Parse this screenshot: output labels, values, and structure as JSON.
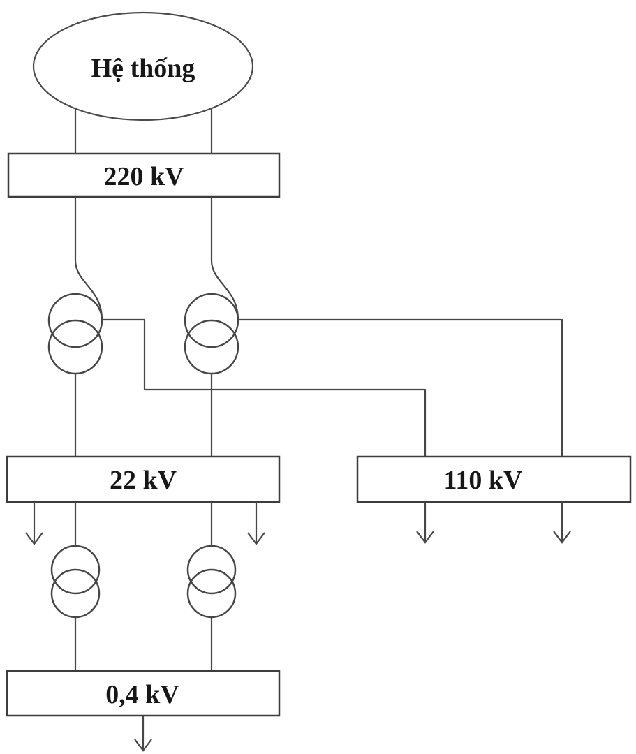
{
  "diagram": {
    "kind": "power-system-single-line-diagram",
    "system": {
      "label": "Hệ thống"
    },
    "busbars": [
      {
        "id": "bus-220kv",
        "label": "220 kV"
      },
      {
        "id": "bus-22kv",
        "label": "22 kV"
      },
      {
        "id": "bus-110kv",
        "label": "110 kV"
      },
      {
        "id": "bus-0-4kv",
        "label": "0,4 kV"
      }
    ],
    "transformers": [
      {
        "id": "t1",
        "from": "220 kV",
        "to": "22 kV",
        "tertiary": "110 kV"
      },
      {
        "id": "t2",
        "from": "220 kV",
        "to": "22 kV",
        "tertiary": "110 kV"
      },
      {
        "id": "t3",
        "from": "22 kV",
        "to": "0,4 kV"
      },
      {
        "id": "t4",
        "from": "22 kV",
        "to": "0,4 kV"
      }
    ],
    "loads": [
      {
        "bus": "22 kV",
        "count": 2
      },
      {
        "bus": "110 kV",
        "count": 2
      },
      {
        "bus": "0,4 kV",
        "count": 1
      }
    ],
    "colors": {
      "line": "#474747",
      "busbar_stroke": "#3d3d3d",
      "text": "#171717",
      "background": "#ffffff"
    }
  }
}
